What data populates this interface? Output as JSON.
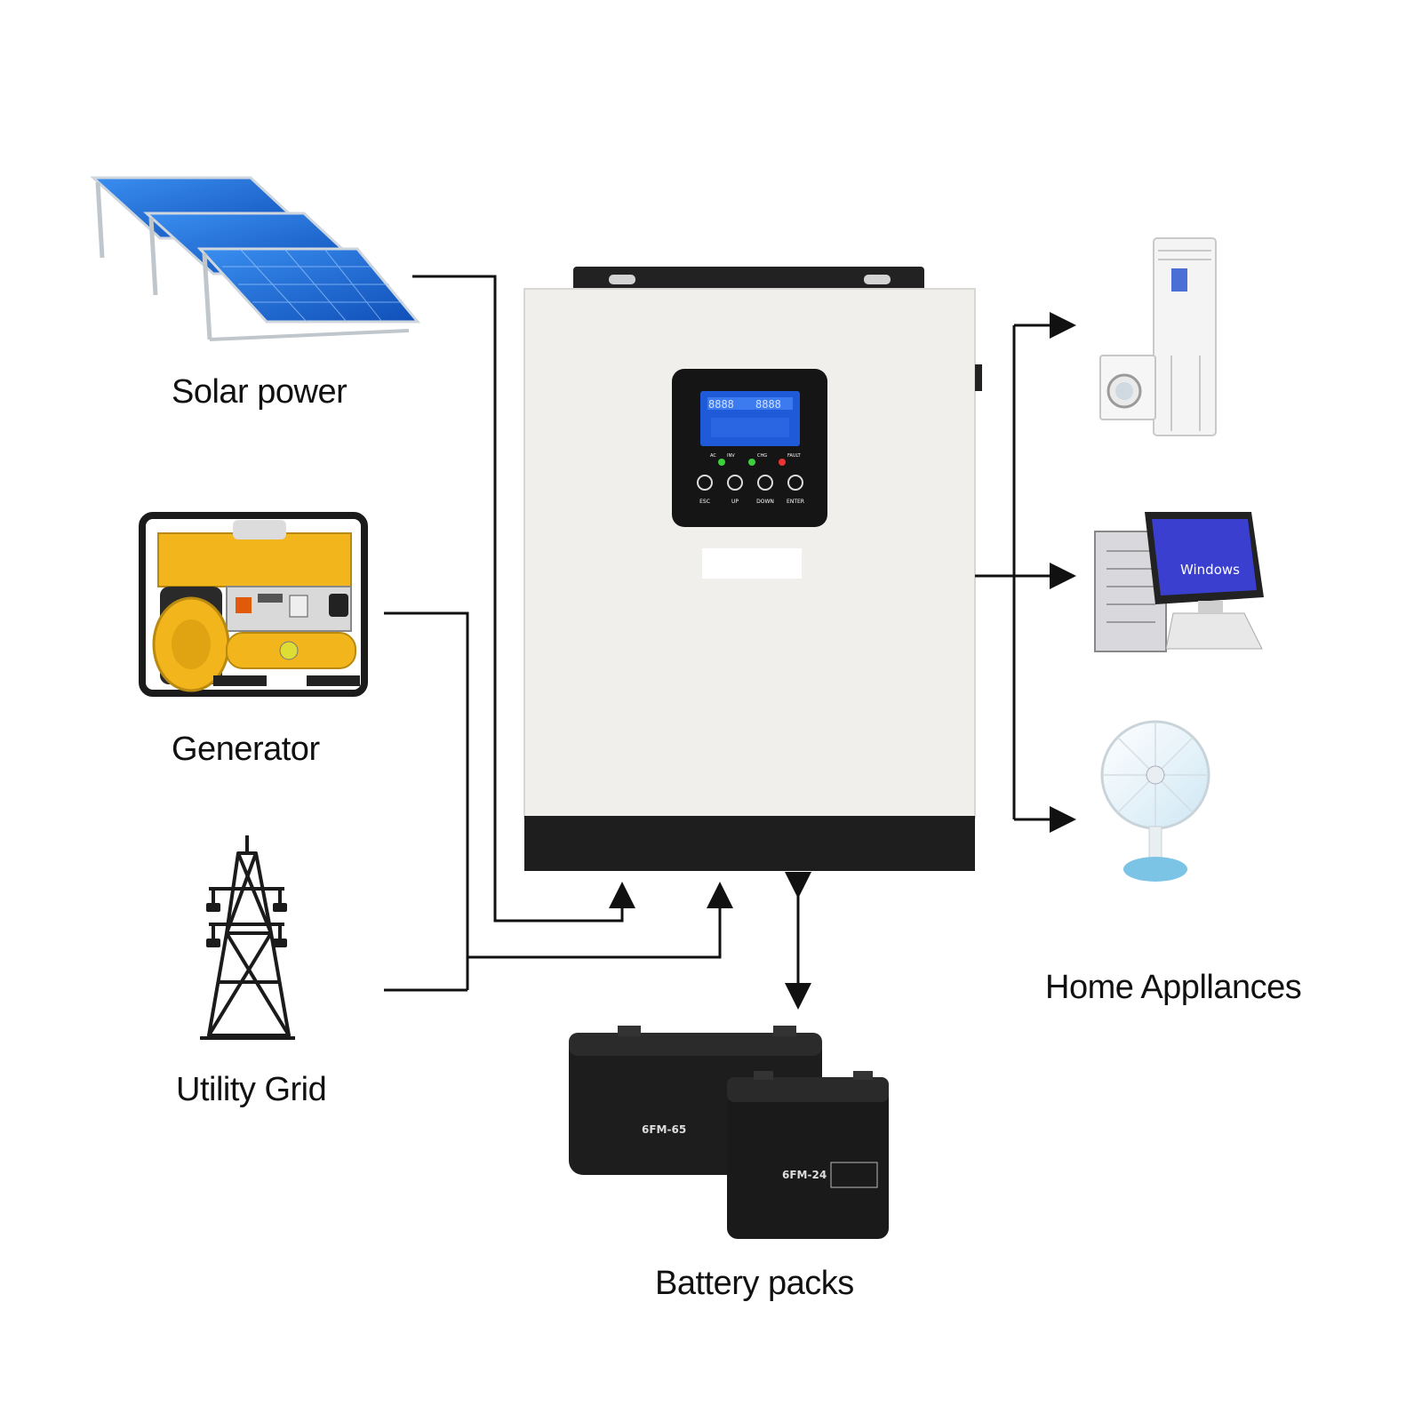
{
  "labels": {
    "solar": "Solar power",
    "generator": "Generator",
    "grid": "Utility Grid",
    "battery": "Battery packs",
    "appliances": "Home Appllances"
  },
  "inverter": {
    "lcd_buttons": [
      "ESC",
      "UP",
      "DOWN",
      "ENTER"
    ],
    "lcd_indicators": [
      "AC",
      "INV",
      "CHG",
      "FAULT"
    ],
    "lcd_readout_left": "8888",
    "lcd_readout_right": "8888"
  },
  "batteries": {
    "large_model": "6FM-65",
    "small_model": "6FM-24"
  },
  "computer": {
    "screen_text": "Windows"
  },
  "colors": {
    "line": "#111111",
    "inverter_body": "#f0efec",
    "inverter_band": "#1e1e1e",
    "lcd_blue": "#1f5bd8",
    "solar_blue": "#1f6fd6",
    "generator_yellow": "#f3b51c"
  },
  "icons": [
    "solar-panels-icon",
    "generator-icon",
    "power-tower-icon",
    "inverter-icon",
    "battery-icon",
    "air-conditioner-icon",
    "washing-machine-icon",
    "computer-icon",
    "fan-icon"
  ]
}
